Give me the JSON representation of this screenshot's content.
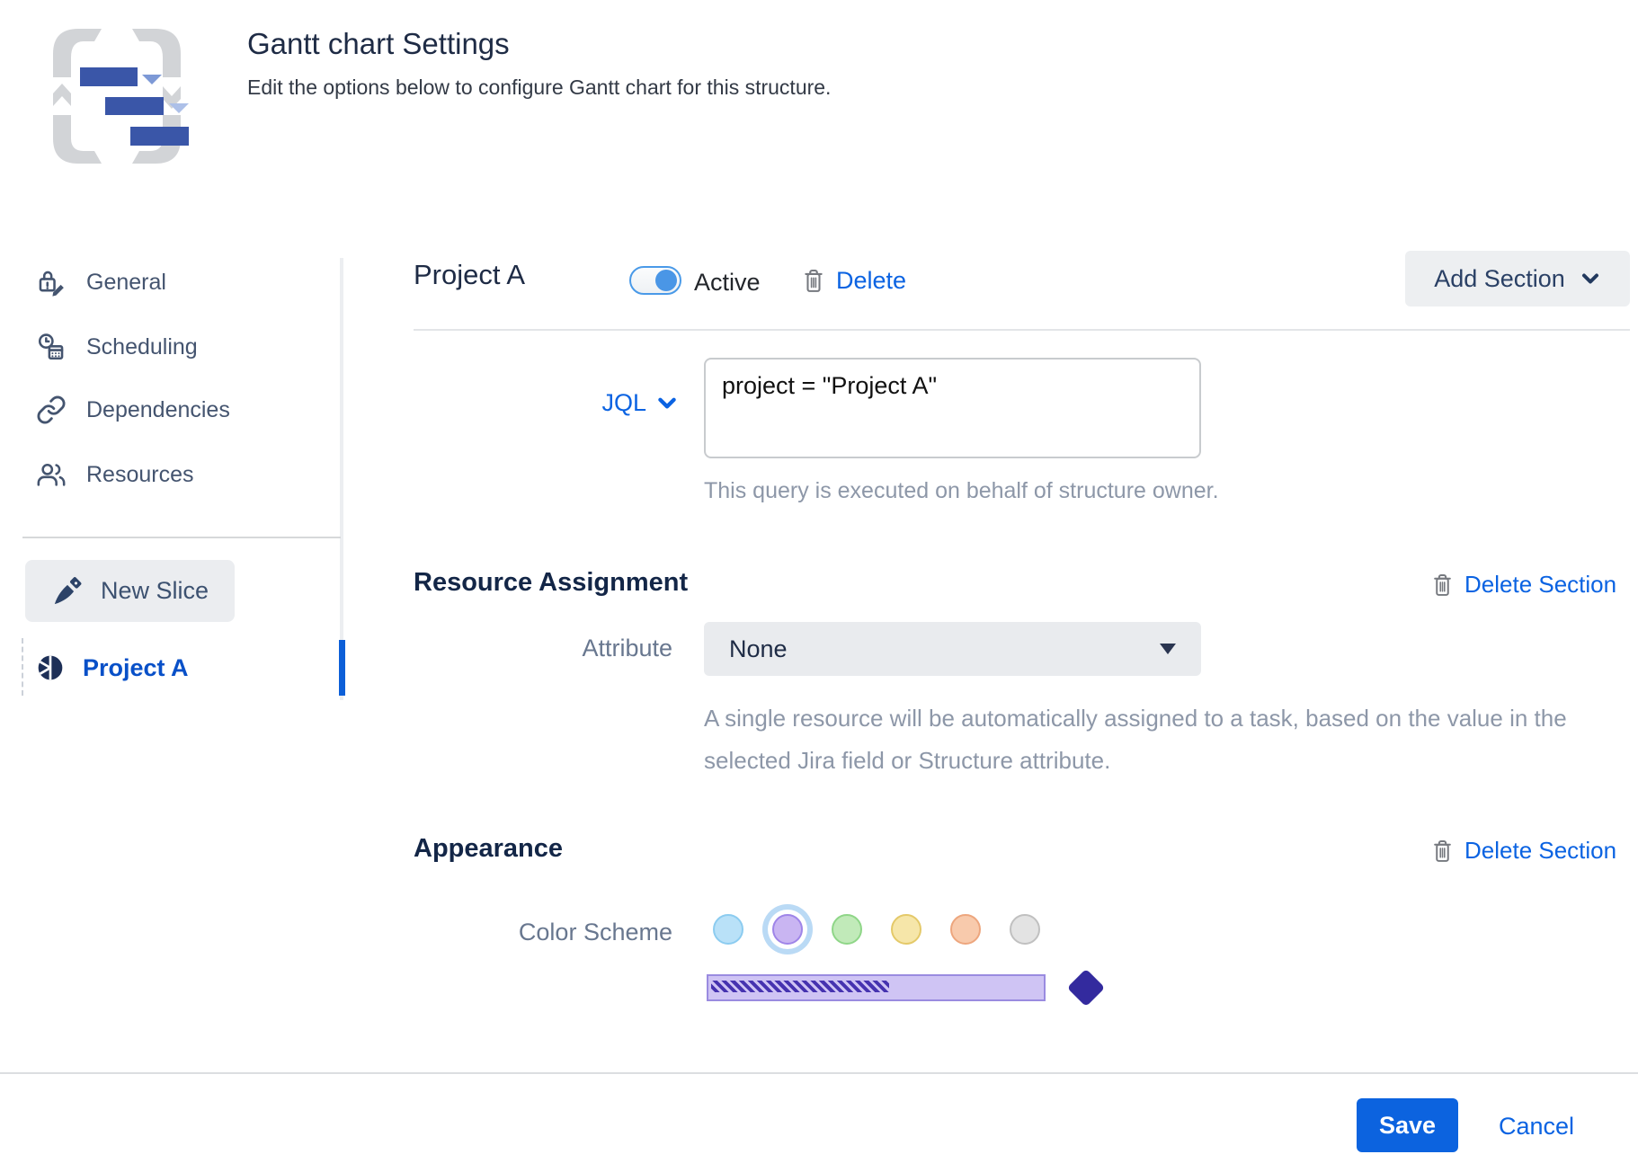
{
  "header": {
    "title": "Gantt chart Settings",
    "subtitle": "Edit the options below to configure Gantt chart for this structure."
  },
  "sidebar": {
    "items": [
      {
        "label": "General"
      },
      {
        "label": "Scheduling"
      },
      {
        "label": "Dependencies"
      },
      {
        "label": "Resources"
      }
    ],
    "new_slice_label": "New Slice",
    "slices": [
      {
        "label": "Project A",
        "active": true
      }
    ]
  },
  "main": {
    "slice_title": "Project A",
    "active_label": "Active",
    "delete_label": "Delete",
    "add_section_label": "Add Section",
    "query": {
      "mode_label": "JQL",
      "value": "project = \"Project A\"",
      "helper": "This query is executed on behalf of structure owner."
    },
    "resource_assignment": {
      "heading": "Resource Assignment",
      "delete_section_label": "Delete Section",
      "attribute_label": "Attribute",
      "attribute_value": "None",
      "helper": "A single resource will be automatically assigned to a task, based on the value in the selected Jira field or Structure attribute."
    },
    "appearance": {
      "heading": "Appearance",
      "delete_section_label": "Delete Section",
      "color_scheme_label": "Color Scheme",
      "swatches": [
        {
          "name": "blue",
          "selected": false,
          "fill": "#b9e1f8",
          "border": "#8cccf0",
          "style": "background:#b9e1f8;border-color:#8cccf0"
        },
        {
          "name": "purple",
          "selected": true,
          "fill": "#c9b5f2",
          "border": "#9f85e8",
          "style": "background:#c9b5f2;border-color:#9f85e8"
        },
        {
          "name": "green",
          "selected": false,
          "fill": "#c1eab9",
          "border": "#8fd688",
          "style": "background:#c1eab9;border-color:#8fd688"
        },
        {
          "name": "yellow",
          "selected": false,
          "fill": "#f6e6a9",
          "border": "#e4c969",
          "style": "background:#f6e6a9;border-color:#e4c969"
        },
        {
          "name": "orange",
          "selected": false,
          "fill": "#f8caac",
          "border": "#eda67e",
          "style": "background:#f8caac;border-color:#eda67e"
        },
        {
          "name": "gray",
          "selected": false,
          "fill": "#e3e3e3",
          "border": "#c0c0c0",
          "style": "background:#e3e3e3;border-color:#c0c0c0"
        }
      ],
      "preview": {
        "bar_fill": "#cfc4f4",
        "bar_border": "#9a8be0",
        "hatch_color": "#4633b0",
        "diamond_color": "#332a9e",
        "bar_style": "background:#cfc4f4;border-color:#9a8be0",
        "hatch_style": "background:repeating-linear-gradient(45deg, transparent 0 3px, #4633b0 3px 7px)",
        "diamond_style": "background:#332a9e"
      }
    },
    "footer": {
      "save_label": "Save",
      "cancel_label": "Cancel"
    }
  },
  "colors": {
    "accent_blue": "#0b63e2",
    "sidebar_active_blue": "#0850c8",
    "save_button_bg": "#0c63df",
    "toggle_knob": "#4a96e6",
    "bar_blue_logo": "#3a56a8"
  }
}
